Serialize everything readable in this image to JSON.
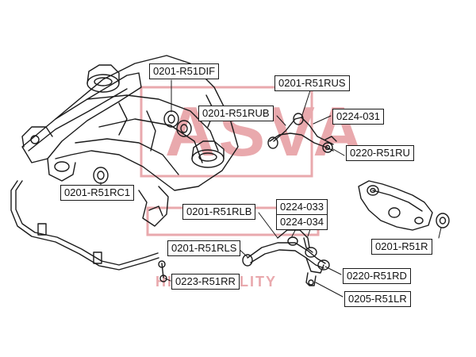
{
  "watermark": {
    "brand": "ASVA",
    "tagline": "HIGH QUALITY",
    "color": "#e9a9ad"
  },
  "parts": {
    "p1": "0201-R51DIF",
    "p2": "0201-R51RUS",
    "p3": "0201-R51RUB",
    "p4": "0224-031",
    "p5": "0220-R51RU",
    "p6": "0201-R51RC1",
    "p7": "0201-R51RLB",
    "p8": "0224-033",
    "p9": "0224-034",
    "p10": "0201-R51RLS",
    "p11": "0201-R51R",
    "p12": "0223-R51RR",
    "p13": "0220-R51RD",
    "p14": "0205-R51LR"
  },
  "colors": {
    "line": "#1a1a1a",
    "label_border": "#1a1a1a",
    "watermark": "#e9a9ad"
  }
}
